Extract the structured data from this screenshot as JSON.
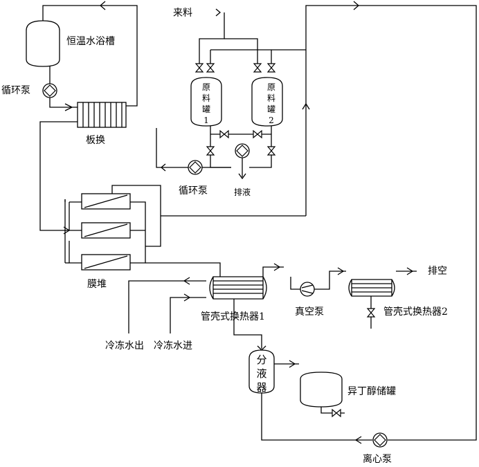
{
  "labels": {
    "water_bath": "恒温水浴槽",
    "circ_pump_1": "循环泵",
    "plate_exchanger": "板换",
    "feed": "来料",
    "tank_1": [
      "原",
      "料",
      "罐",
      "1"
    ],
    "tank_2": [
      "原",
      "料",
      "罐",
      "2"
    ],
    "circ_pump_2": "循环泵",
    "drain": "排液",
    "membrane_stack": "膜堆",
    "shell_tube_1": "管壳式换热器1",
    "vacuum_pump": "真空泵",
    "shell_tube_2": "管壳式换热器2",
    "vent": "排空",
    "chilled_out": "冷冻水出",
    "chilled_in": "冷冻水进",
    "separator": [
      "分",
      "液",
      "器"
    ],
    "isobutanol_tank": "异丁醇储罐",
    "centrifugal_pump": "离心泵"
  },
  "colors": {
    "line": "#000000",
    "background": "#ffffff"
  }
}
